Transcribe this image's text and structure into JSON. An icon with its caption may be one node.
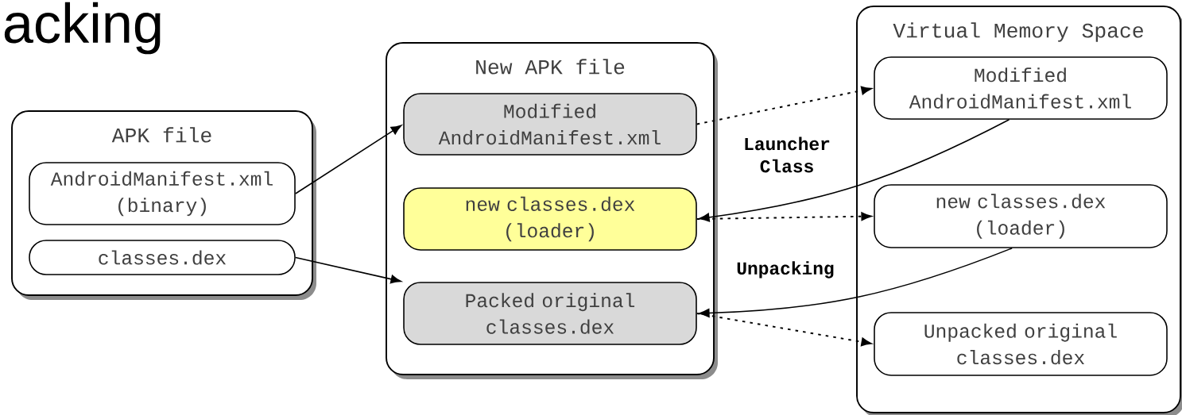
{
  "diagram": {
    "title": "acking",
    "nodes": [
      {
        "text": [
          "APK file"
        ]
      },
      {
        "text": [
          "AndroidManifest.xml (binary)"
        ],
        "in": 0
      },
      {
        "text": [
          "classes.dex"
        ],
        "in": 0
      },
      {
        "text": [
          "New APK file"
        ]
      },
      {
        "text": [
          "Modified AndroidManifest.xml"
        ],
        "in": 3
      },
      {
        "text": [
          "new classes.dex (loader)"
        ],
        "in": 3
      },
      {
        "text": [
          "Packed original classes.dex"
        ],
        "in": 3
      },
      {
        "text": [
          "Virtual Memory Space"
        ]
      },
      {
        "text": [
          "Modified AndroidManifest.xml"
        ],
        "in": 7
      },
      {
        "text": [
          "new classes.dex (loader)"
        ],
        "in": 7
      },
      {
        "text": [
          "Unpacked original classes.dex"
        ],
        "in": 7
      }
    ],
    "edges": [
      {
        "from": 1,
        "to": 4,
        "arrow": "to"
      },
      {
        "from": 2,
        "to": 6,
        "arrow": "to"
      },
      {
        "from": 4,
        "to": 8,
        "arrow": "to",
        "style": "dashed"
      },
      {
        "from": 5,
        "to": 9,
        "arrow": "to",
        "style": "dashed"
      },
      {
        "from": 6,
        "to": 10,
        "arrow": "to",
        "style": "dashed"
      },
      {
        "from": 8,
        "to": 5,
        "arrow": "to",
        "label": "Launcher Class"
      },
      {
        "from": 9,
        "to": 6,
        "arrow": "to",
        "label": "Unpacking"
      }
    ]
  }
}
